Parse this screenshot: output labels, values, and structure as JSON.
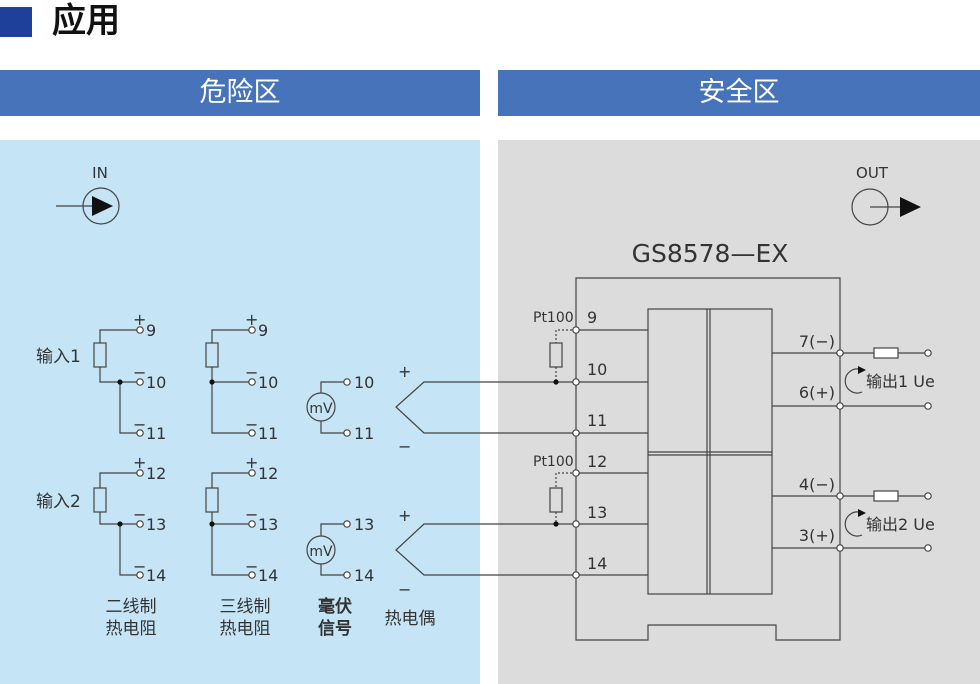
{
  "page": {
    "title": "应用"
  },
  "zones": {
    "hazard_label": "危险区",
    "safe_label": "安全区"
  },
  "io": {
    "in_label": "IN",
    "out_label": "OUT"
  },
  "device": {
    "model": "GS8578—EX"
  },
  "inputs": {
    "input1_label": "输入1",
    "input2_label": "输入2"
  },
  "terminals": {
    "plus": "+",
    "minus": "−",
    "t9": "9",
    "t10": "10",
    "t11": "11",
    "t12": "12",
    "t13": "13",
    "t14": "14",
    "t7": "7(−)",
    "t6": "6(+)",
    "t4": "4(−)",
    "t3": "3(+)"
  },
  "sensor": {
    "pt100": "Pt100",
    "mv": "mV"
  },
  "outputs": {
    "output1_label": "输出1 Ue",
    "output2_label": "输出2 Ue"
  },
  "captions": {
    "two_wire_line1": "二线制",
    "two_wire_line2": "热电阻",
    "three_wire_line1": "三线制",
    "three_wire_line2": "热电阻",
    "mv_line1": "毫伏",
    "mv_line2": "信号",
    "thermocouple": "热电偶"
  },
  "colors": {
    "accent": "#1e3f9a",
    "header": "#4673b9",
    "hazard_bg": "#c5e4f6",
    "safe_bg": "#dddcdc"
  }
}
